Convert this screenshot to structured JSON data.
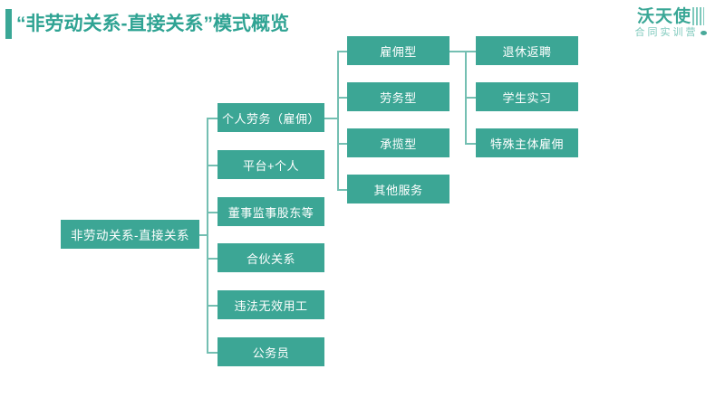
{
  "header": {
    "title": "“非劳动关系-直接关系”模式概览",
    "accent_color": "#3aa796",
    "title_color": "#2fa393"
  },
  "logo": {
    "main": "沃天使",
    "sub": "合同实训营",
    "color": "#3aa796",
    "sub_color": "#7ec9bc"
  },
  "diagram": {
    "type": "tree",
    "node_color": "#3ca695",
    "node_text_color": "#ffffff",
    "connector_color": "#74bfb2",
    "root": {
      "label": "非劳动关系-直接关系"
    },
    "level2": [
      {
        "label": "个人劳务（雇佣）"
      },
      {
        "label": "平台+个人"
      },
      {
        "label": "董事监事股东等"
      },
      {
        "label": "合伙关系"
      },
      {
        "label": "违法无效用工"
      },
      {
        "label": "公务员"
      }
    ],
    "level3": [
      {
        "label": "雇佣型"
      },
      {
        "label": "劳务型"
      },
      {
        "label": "承揽型"
      },
      {
        "label": "其他服务"
      }
    ],
    "level4": [
      {
        "label": "退休返聘"
      },
      {
        "label": "学生实习"
      },
      {
        "label": "特殊主体雇佣"
      }
    ]
  }
}
